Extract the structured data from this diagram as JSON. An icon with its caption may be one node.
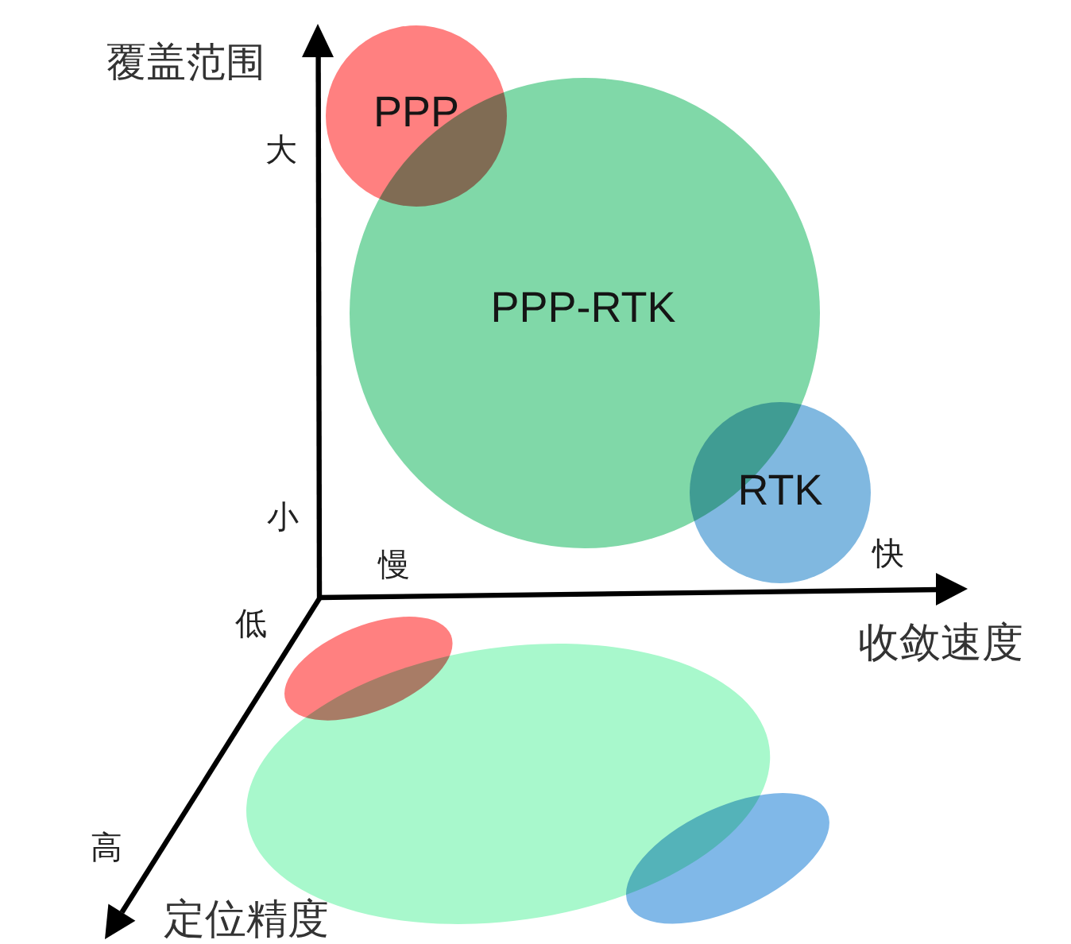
{
  "diagram": {
    "nodes": [
      {
        "text": [
          "PPP"
        ]
      },
      {
        "text": [
          "PPP-RTK"
        ]
      },
      {
        "text": [
          "RTK"
        ]
      },
      {
        "text": [],
        "shape": "ellipse"
      },
      {
        "text": [],
        "shape": "ellipse"
      },
      {
        "text": [],
        "shape": "ellipse"
      }
    ],
    "labels": [
      "覆盖范围",
      "大",
      "小",
      "慢",
      "快",
      "低",
      "收敛速度",
      "高",
      "定位精度"
    ]
  }
}
